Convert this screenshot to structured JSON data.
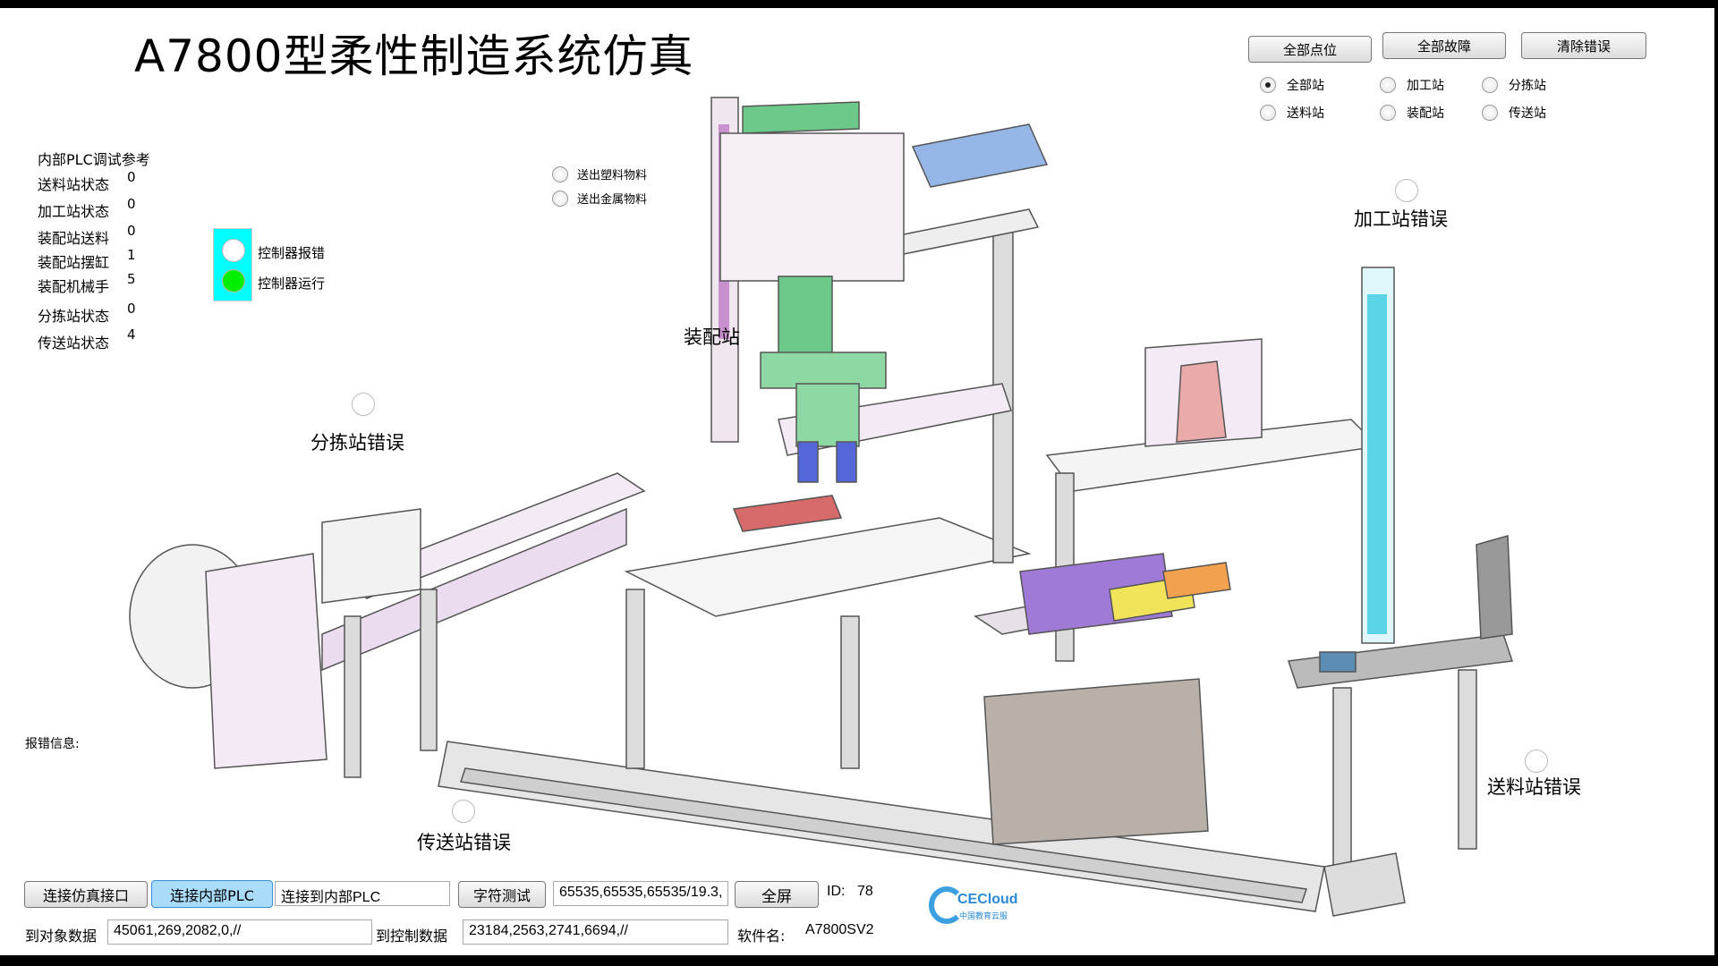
{
  "title": "A7800型柔性制造系统仿真",
  "top_buttons": {
    "all_points": "全部点位",
    "all_faults": "全部故障",
    "clear_errors": "清除错误"
  },
  "station_radios": [
    {
      "label": "全部站",
      "checked": true
    },
    {
      "label": "加工站",
      "checked": false
    },
    {
      "label": "分拣站",
      "checked": false
    },
    {
      "label": "送料站",
      "checked": false
    },
    {
      "label": "装配站",
      "checked": false
    },
    {
      "label": "传送站",
      "checked": false
    }
  ],
  "plc_panel": {
    "heading": "内部PLC调试参考",
    "rows": [
      {
        "label": "送料站状态",
        "value": "0"
      },
      {
        "label": "加工站状态",
        "value": "0"
      },
      {
        "label": "装配站送料",
        "value": "0"
      },
      {
        "label": "装配站摆缸",
        "value": "1"
      },
      {
        "label": "装配机械手",
        "value": "5"
      },
      {
        "label": "分拣站状态",
        "value": "0"
      },
      {
        "label": "传送站状态",
        "value": "4"
      }
    ]
  },
  "indicators": {
    "error_label": "控制器报错",
    "run_label": "控制器运行",
    "panel_color": "#00ffff",
    "run_color": "#00ee00",
    "error_color": "#ffffff"
  },
  "material_radios": [
    {
      "label": "送出塑料物料",
      "checked": false
    },
    {
      "label": "送出金属物料",
      "checked": false
    }
  ],
  "station_errors": {
    "processing": "加工站错误",
    "sorting": "分拣站错误",
    "assembly": "装配站",
    "feeding": "送料站错误",
    "transfer": "传送站错误"
  },
  "error_info_label": "报错信息:",
  "bottom": {
    "connect_sim": "连接仿真接口",
    "connect_plc": "连接内部PLC",
    "status_field": "连接到内部PLC",
    "char_test": "字符测试",
    "char_test_field": "65535,65535,65535/19.3,",
    "fullscreen": "全屏",
    "id_label": "ID:",
    "id_value": "78",
    "to_object_label": "到对象数据",
    "to_object_value": "45061,269,2082,0,//",
    "to_control_label": "到控制数据",
    "to_control_value": "23184,2563,2741,6694,//",
    "software_label": "软件名:",
    "software_value": "A7800SV2",
    "logo_text": "CECloud",
    "logo_sub": "中国教育云服"
  }
}
